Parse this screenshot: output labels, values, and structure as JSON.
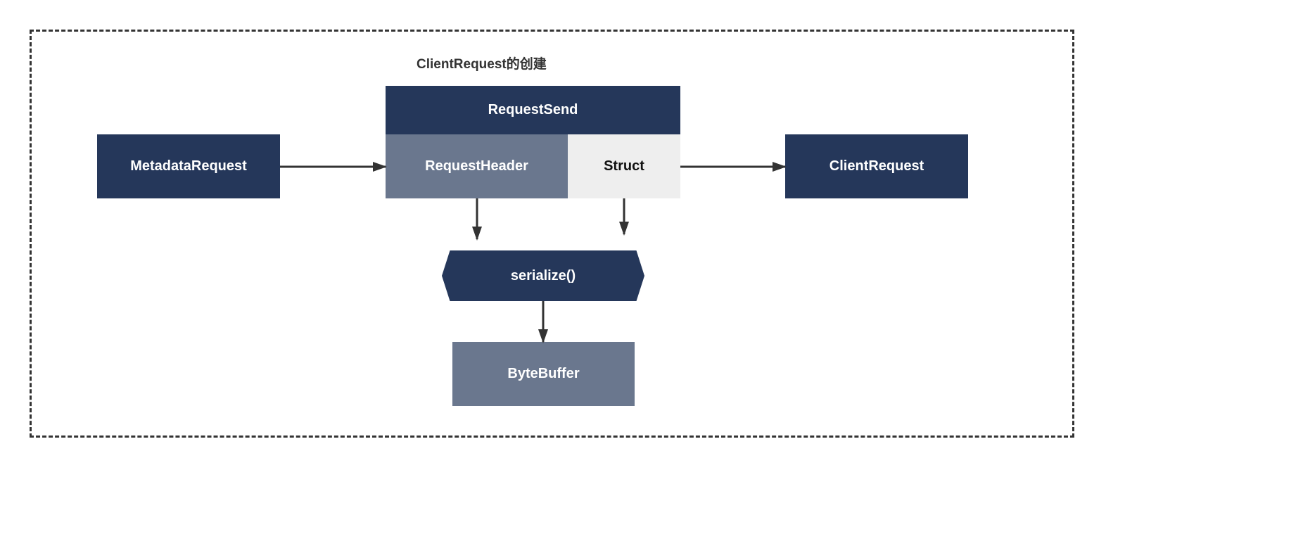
{
  "title": "ClientRequest的创建",
  "nodes": {
    "metadata_request": "MetadataRequest",
    "request_send": "RequestSend",
    "request_header": "RequestHeader",
    "struct": "Struct",
    "client_request": "ClientRequest",
    "serialize": "serialize()",
    "byte_buffer": "ByteBuffer"
  },
  "edges": [
    {
      "from": "MetadataRequest",
      "to": "RequestSend"
    },
    {
      "from": "RequestSend",
      "to": "ClientRequest"
    },
    {
      "from": "RequestHeader",
      "to": "serialize()"
    },
    {
      "from": "Struct",
      "to": "serialize()"
    },
    {
      "from": "serialize()",
      "to": "ByteBuffer"
    }
  ],
  "colors": {
    "dark_navy": "#25375a",
    "slate": "#6a778e",
    "light_gray": "#eeeeee",
    "line": "#333333"
  }
}
